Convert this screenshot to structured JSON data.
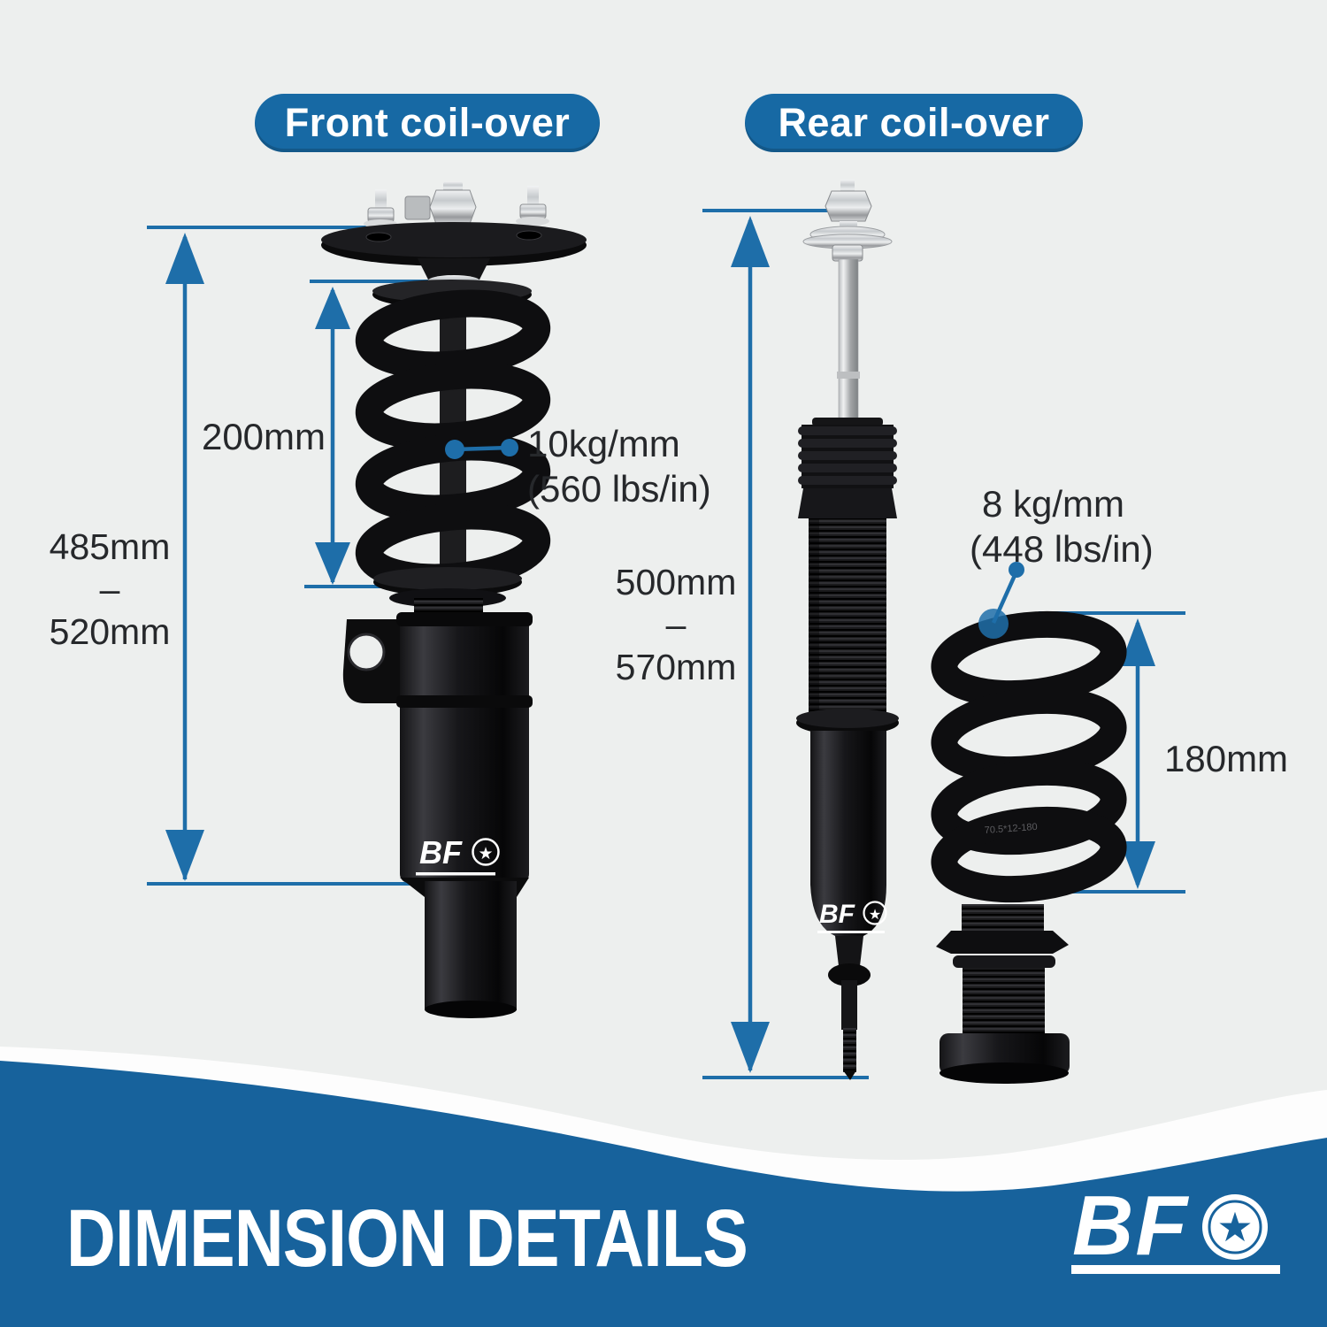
{
  "colors": {
    "bg": "#edefee",
    "accent": "#1e6ea9",
    "pill": "#1769a4",
    "banner": "#17629c",
    "ink": "#26282b",
    "chrome": "#cbd0d4",
    "part_black": "#0e0e10"
  },
  "header": {
    "front_label": "Front coil-over",
    "rear_label": "Rear coil-over"
  },
  "front": {
    "height_range": {
      "min": "485mm",
      "sep": "–",
      "max": "520mm"
    },
    "spring_length": "200mm",
    "spring_rate": "10kg/mm",
    "spring_rate_imperial": "(560 lbs/in)"
  },
  "rear": {
    "height_range": {
      "min": "500mm",
      "sep": "–",
      "max": "570mm"
    },
    "spring_rate": "8 kg/mm",
    "spring_rate_imperial": "(448 lbs/in)",
    "spring_length": "180mm",
    "spring_marking": "70.5*12-180"
  },
  "brand": {
    "letters": "BF",
    "star": "★"
  },
  "footer": {
    "title": "DIMENSION DETAILS"
  }
}
